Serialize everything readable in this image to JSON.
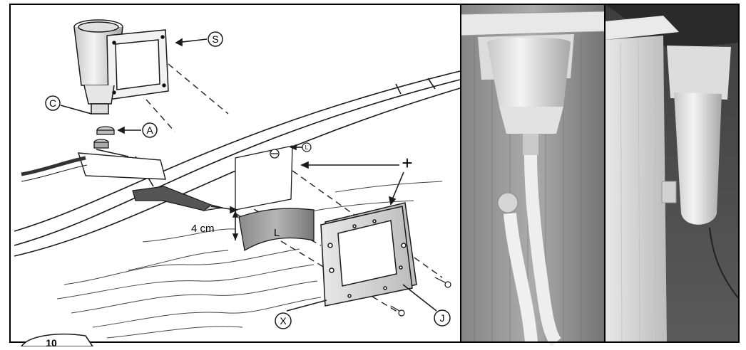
{
  "diagram": {
    "labels": {
      "s": "S",
      "c": "C",
      "a": "A",
      "l_small": "L",
      "plus": "+",
      "l_panel": "L",
      "dim": "4 cm",
      "x": "X",
      "j": "J"
    },
    "page_number": "10"
  },
  "photos": {
    "left": {
      "description_icon": "skimmer-photo"
    },
    "right": {
      "description_icon": "skimmer-side-photo"
    }
  },
  "colors": {
    "line": "#1a1a1a",
    "frame": "#000000",
    "gasket_fill": "#cfcfcf",
    "liner_fill": "#9a9a9a"
  }
}
